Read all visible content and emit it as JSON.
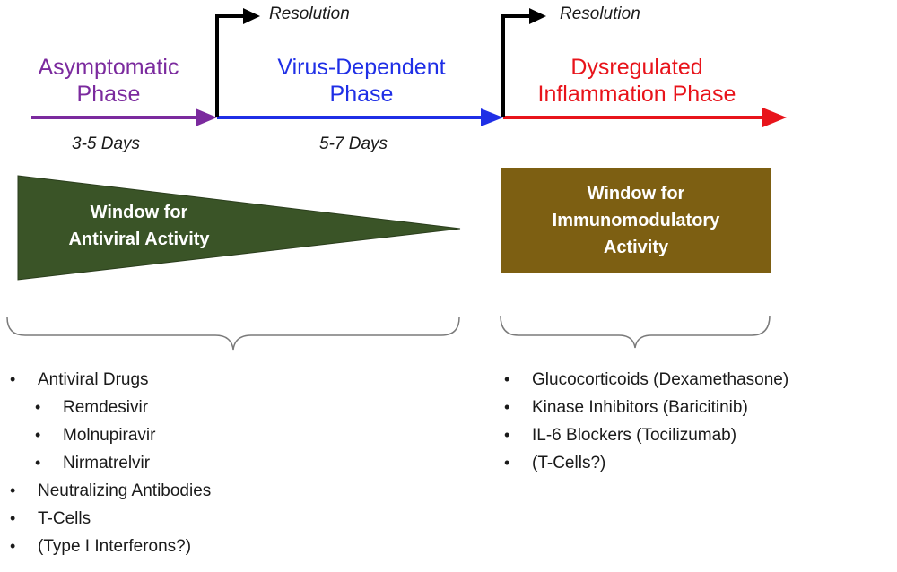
{
  "timeline": {
    "phases": [
      {
        "label": "Asymptomatic Phase",
        "line1": "Asymptomatic",
        "line2": "Phase"
      },
      {
        "label": "Virus-Dependent Phase",
        "line1": "Virus-Dependent",
        "line2": "Phase"
      },
      {
        "label": "Dysregulated Inflammation Phase",
        "line1": "Dysregulated",
        "line2": "Inflammation Phase"
      }
    ],
    "durations": [
      "3-5 Days",
      "5-7 Days"
    ],
    "resolution_label": "Resolution"
  },
  "windows": {
    "antiviral": {
      "line1": "Window for",
      "line2": "Antiviral Activity"
    },
    "immunomodulatory": {
      "line1": "Window for",
      "line2": "Immunomodulatory",
      "line3": "Activity"
    }
  },
  "lists": {
    "antiviral": [
      {
        "text": "Antiviral Drugs",
        "level": 0
      },
      {
        "text": "Remdesivir",
        "level": 1
      },
      {
        "text": "Molnupiravir",
        "level": 1
      },
      {
        "text": "Nirmatrelvir",
        "level": 1
      },
      {
        "text": "Neutralizing Antibodies",
        "level": 0
      },
      {
        "text": "T-Cells",
        "level": 0
      },
      {
        "text": "(Type I Interferons?)",
        "level": 0
      }
    ],
    "immunomodulatory": [
      {
        "text": "Glucocorticoids (Dexamethasone)",
        "level": 0
      },
      {
        "text": "Kinase Inhibitors (Baricitinib)",
        "level": 0
      },
      {
        "text": "IL-6 Blockers (Tocilizumab)",
        "level": 0
      },
      {
        "text": "(T-Cells?)",
        "level": 0
      }
    ]
  },
  "colors": {
    "asymptomatic": "#7b2a9e",
    "virus_dependent": "#1f2fe6",
    "inflammation": "#e8141b",
    "antiviral_window": "#3a5427",
    "immunomodulatory_window": "#7d5f12"
  }
}
